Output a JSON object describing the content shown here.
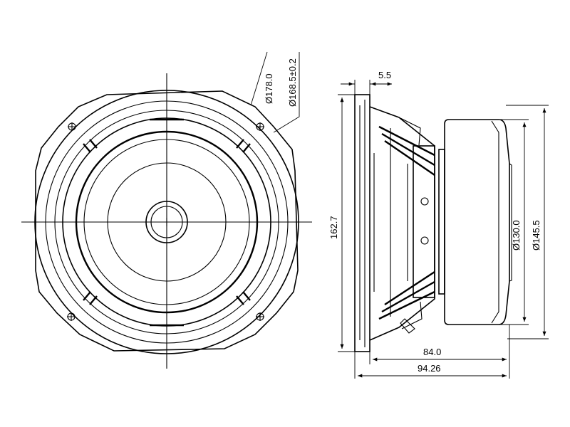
{
  "dimensions": {
    "outer_diameter": "Ø178.0",
    "bolt_circle": "Ø168.5±0.2",
    "flange_thickness": "5.5",
    "frame_height": "162.7",
    "cone_diameter": "Ø130.0",
    "magnet_diameter": "Ø145.5",
    "depth_body": "84.0",
    "depth_total": "94.26"
  }
}
